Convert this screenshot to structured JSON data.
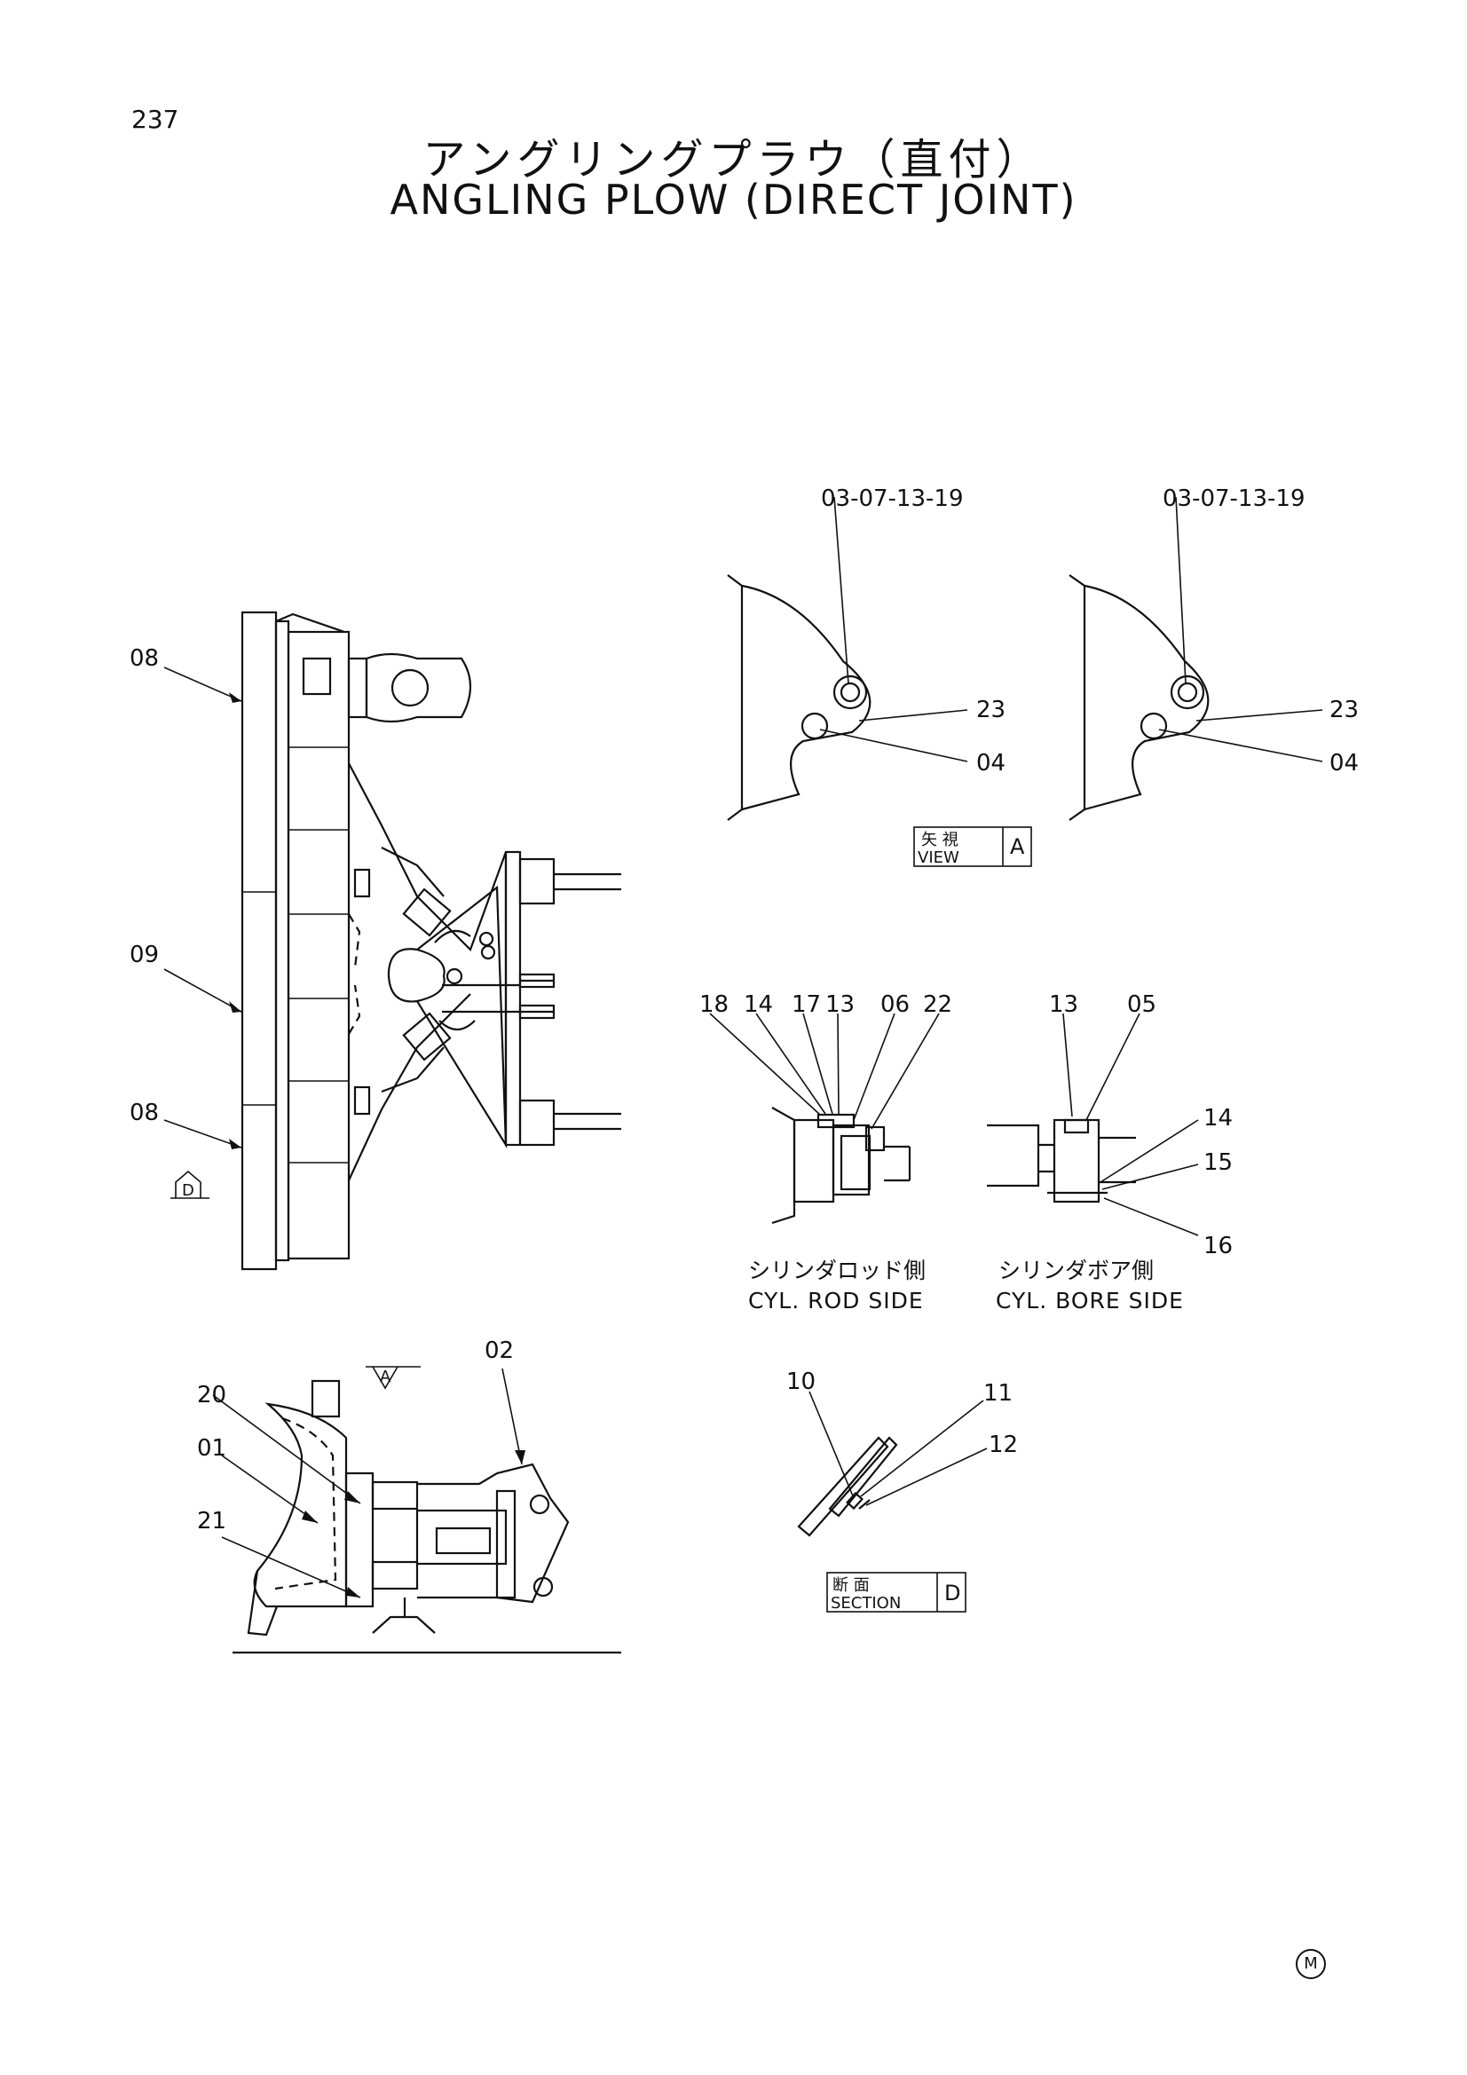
{
  "page": {
    "number": "237",
    "title_jp": "アングリングプラウ（直付）",
    "title_en": "ANGLING PLOW (DIRECT JOINT)"
  },
  "references": {
    "ref_left": "03-07-13-19",
    "ref_right": "03-07-13-19"
  },
  "view_a": {
    "label_23": "23",
    "label_04": "04",
    "label_23b": "23",
    "label_04b": "04",
    "box_jp": "矢 視",
    "box_en": "VIEW",
    "box_letter": "A"
  },
  "main_view": {
    "label_08_top": "08",
    "label_09": "09",
    "label_08_bottom": "08",
    "arrow_d": "D"
  },
  "rod_side": {
    "labels": [
      "18",
      "14",
      "17",
      "13",
      "06",
      "22"
    ],
    "caption_jp": "シリンダロッド側",
    "caption_en": "CYL. ROD SIDE"
  },
  "bore_side": {
    "label_13": "13",
    "label_05": "05",
    "label_14": "14",
    "label_15": "15",
    "label_16": "16",
    "caption_jp": "シリンダボア側",
    "caption_en": "CYL. BORE SIDE"
  },
  "side_view": {
    "label_20": "20",
    "label_01": "01",
    "label_21": "21",
    "label_02": "02",
    "arrow_a": "A"
  },
  "section_d": {
    "label_10": "10",
    "label_11": "11",
    "label_12": "12",
    "box_jp": "断    面",
    "box_en": "SECTION",
    "box_letter": "D"
  },
  "footer": {
    "mark": "M"
  }
}
